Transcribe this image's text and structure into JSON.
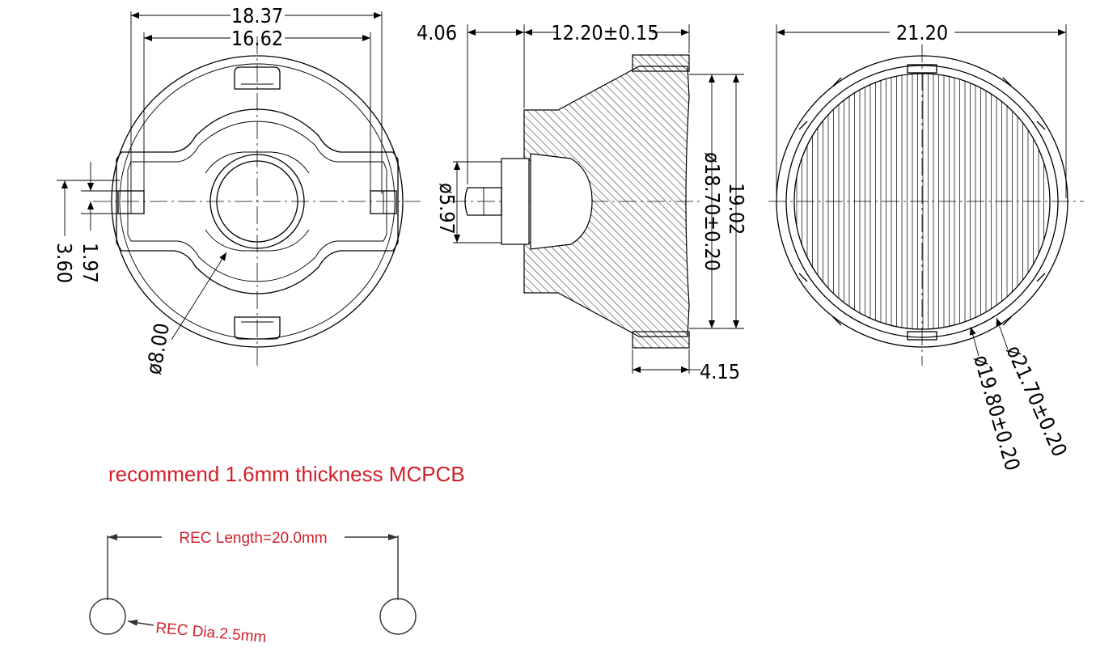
{
  "front_view": {
    "outer_width": "18.37",
    "inner_width": "16.62",
    "small_offset": "1.97",
    "offset": "3.60",
    "hole_diameter": "ø8.00"
  },
  "side_view": {
    "stem_length": "4.06",
    "body_length": "12.20±0.15",
    "stem_diameter": "ø5.97",
    "lens_diameter": "ø18.70±0.20",
    "height": "19.02",
    "flange_thickness": "4.15"
  },
  "rear_view": {
    "width": "21.20",
    "diameter_inner": "ø19.80±0.20",
    "diameter_outer": "ø21.70±0.20"
  },
  "notes": {
    "recommend": "recommend 1.6mm thickness MCPCB",
    "rec_length": "REC Length=20.0mm",
    "rec_dia": "REC Dia.2.5mm"
  }
}
